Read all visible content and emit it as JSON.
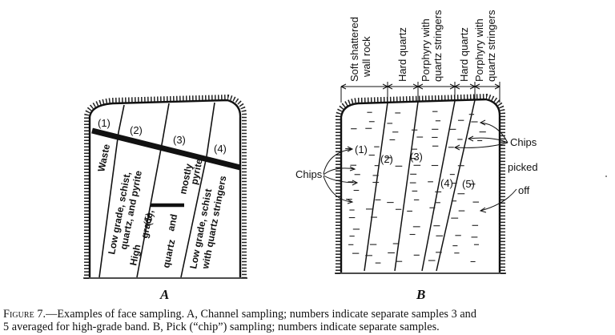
{
  "panel_a": {
    "label": "A",
    "samples": [
      "(1)",
      "(2)",
      "(3)",
      "(4)",
      "(5)"
    ],
    "words": {
      "waste": "Waste",
      "low_grade": [
        "Low grade, schist,",
        "quartz, and pyrite"
      ],
      "mostly": "mostly",
      "pyrite": "pyrite",
      "high": "High",
      "grade": "grade,",
      "quartz": "quartz",
      "and": "and",
      "low_grade_2": [
        "Low grade, schist",
        "with quartz stringers"
      ]
    }
  },
  "panel_b": {
    "label": "B",
    "header_labels": [
      [
        "Soft shattered",
        "wall rock"
      ],
      [
        "Hard quartz"
      ],
      [
        "Porphyry with",
        "quartz stringers"
      ],
      [
        "Hard quartz"
      ],
      [
        "Porphyry with",
        "quartz stringers"
      ]
    ],
    "samples": [
      "(1)",
      "(2)",
      "(3)",
      "(4)",
      "(5)"
    ],
    "chips_left": "Chips",
    "chips_right": "Chips",
    "picked": "picked",
    "off": "off"
  },
  "caption": {
    "figure": "Figure 7.",
    "line1": "—Examples of face sampling.  A, Channel sampling; numbers indicate separate samples 3 and",
    "line2": "5 averaged for high-grade band.  B, Pick (“chip”) sampling; numbers indicate separate samples."
  }
}
